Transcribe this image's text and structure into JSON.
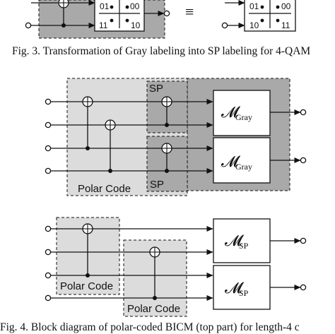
{
  "colors": {
    "light_region": "#dcdcdc",
    "dark_region": "#a9a9a9",
    "line": "#111111",
    "background": "#ffffff"
  },
  "fig3": {
    "equiv_symbol": "≡",
    "left_grid_labels": [
      "01",
      "00",
      "11",
      "10"
    ],
    "right_grid_labels": [
      "01",
      "00",
      "10",
      "11"
    ],
    "caption": "Fig. 3.   Transformation of Gray labeling into SP labeling for 4-QAM"
  },
  "fig4": {
    "top": {
      "region_label_polar": "Polar Code",
      "region_label_sp_top": "SP",
      "region_label_sp_bottom": "SP",
      "mapper_symbol": "𝓜",
      "mapper_subscript": "Gray"
    },
    "bottom": {
      "polar_label_left": "Polar Code",
      "polar_label_right": "Polar Code",
      "mapper_symbol": "𝓜",
      "mapper_subscript": "SP"
    },
    "caption": "Fig. 4.   Block diagram of polar-coded BICM (top part) for length-4 c"
  }
}
